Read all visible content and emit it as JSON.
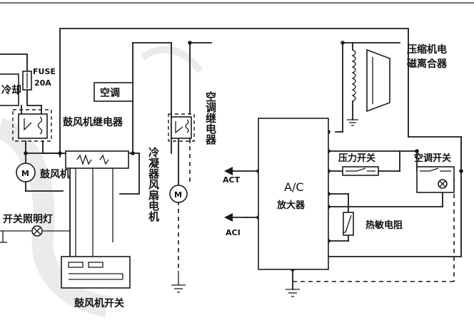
{
  "labels": {
    "cooling_fragment": "冷却",
    "fuse": "FUSE",
    "fuse_rating": "20A",
    "ac_box": "空调",
    "blower_relay": "鼓风机继电器",
    "blower_motor": "鼓风机",
    "switch_light": "开关照明灯",
    "blower_switch": "鼓风机开关",
    "condenser_fan_motor": "冷凝器风扇电机",
    "ac_relay": "空调继电器",
    "compressor_clutch_line1": "压缩机电",
    "compressor_clutch_line2": "磁离合器",
    "act": "ACT",
    "aci": "ACI",
    "amp_title": "A/C",
    "amp_sub": "放大器",
    "pressure_switch": "压力开关",
    "ac_switch": "空调开关",
    "thermistor": "热敏电阻",
    "motor_symbol": "M"
  }
}
